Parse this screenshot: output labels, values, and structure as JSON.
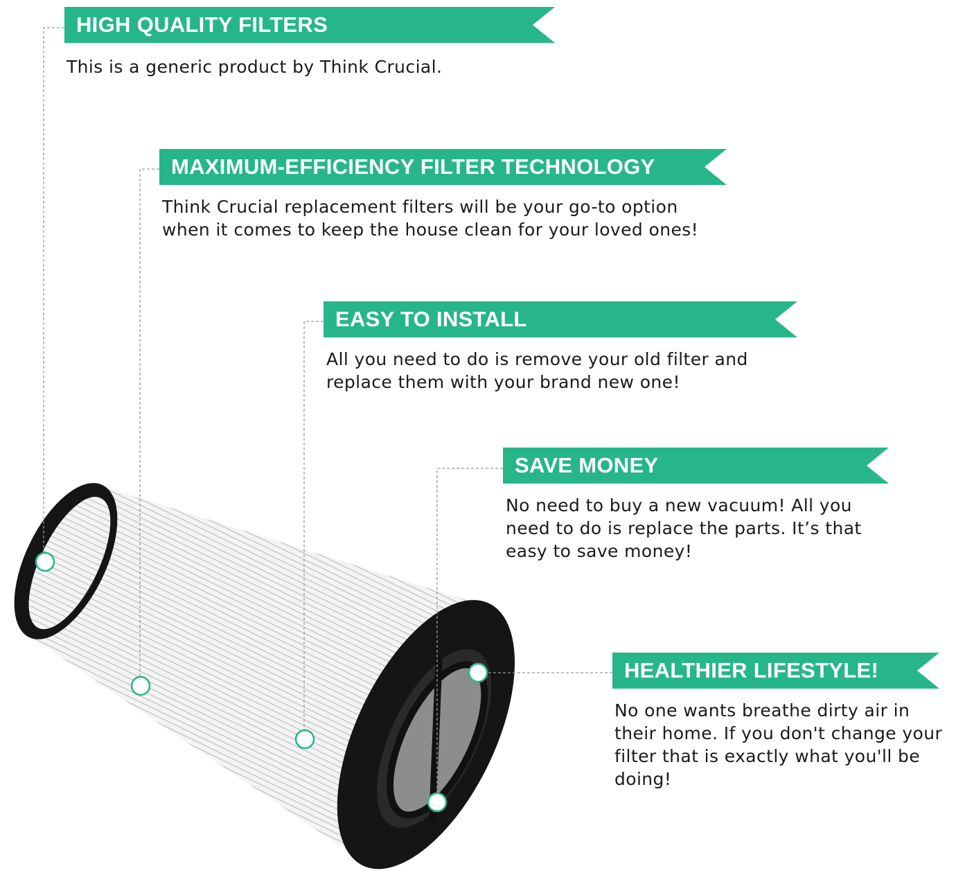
{
  "features": [
    {
      "title": "HIGH QUALITY FILTERS",
      "lines": [
        "This is a generic product by Think Crucial."
      ]
    },
    {
      "title": "MAXIMUM-EFFICIENCY FILTER TECHNOLOGY",
      "lines": [
        "Think Crucial replacement filters will be your go-to option",
        "when it comes to keep the house clean for your loved ones!"
      ]
    },
    {
      "title": "EASY TO INSTALL",
      "lines": [
        "All you need to do is remove your old filter and",
        "replace them with your brand new one!"
      ]
    },
    {
      "title": "SAVE MONEY",
      "lines": [
        "No need to buy a new vacuum! All you",
        "need to do is replace the parts. It’s that",
        "easy to save money!"
      ]
    },
    {
      "title": "HEALTHIER LIFESTYLE!",
      "lines": [
        "No one wants breathe dirty air in",
        "their home. If you don't change your",
        "filter that is exactly what you'll be",
        "doing!"
      ]
    }
  ],
  "colors": {
    "accent": "#27b68a",
    "cap": "#151515"
  }
}
